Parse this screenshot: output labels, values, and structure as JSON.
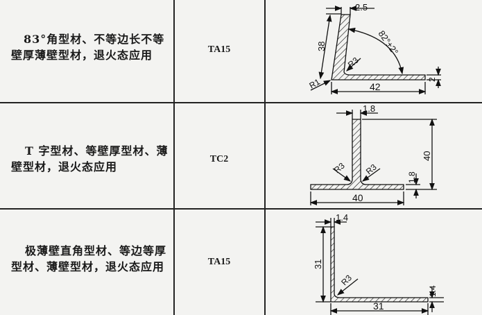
{
  "rows": [
    {
      "description": "83°角型材、不等边长不等壁厚薄壁型材，退火态应用",
      "grade": "TA15",
      "drawing": {
        "thickness_top": "2.5",
        "height": "38",
        "angle": "82°±2°",
        "inner_radius": "R3",
        "outer_radius": "R1",
        "width": "42",
        "thickness_bottom": "2"
      }
    },
    {
      "description": "T 字型材、等壁厚型材、薄壁型材，退火态应用",
      "grade": "TC2",
      "drawing": {
        "thickness_stem": "1.8",
        "height": "40",
        "radius_left": "R3",
        "radius_right": "R3",
        "thickness_flange": "1.8",
        "width": "40"
      }
    },
    {
      "description": "极薄壁直角型材、等边等厚型材、薄壁型材，退火态应用",
      "grade": "TA15",
      "drawing": {
        "thickness_top": "1.4",
        "height": "31",
        "inner_radius": "R3",
        "width": "31",
        "thickness_bottom": "1.4"
      }
    }
  ]
}
